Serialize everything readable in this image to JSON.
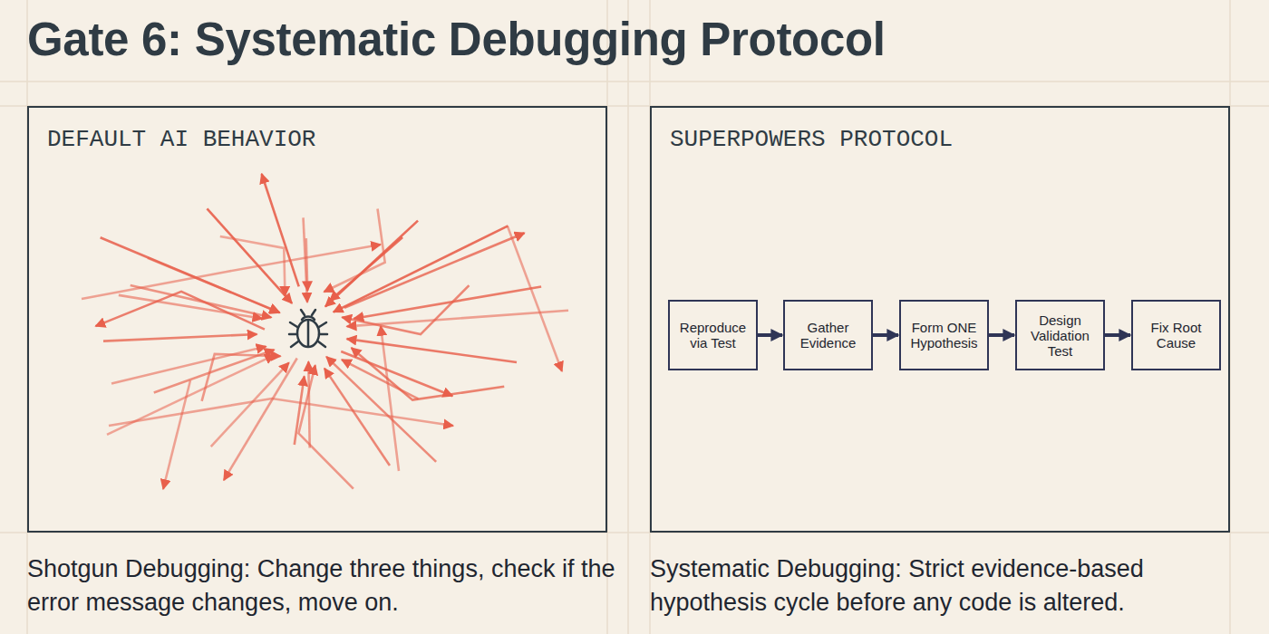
{
  "diagram": {
    "title": "Gate 6: Systematic Debugging Protocol",
    "nodes": [
      {
        "text": [
          "DEFAULT AI BEHAVIOR"
        ]
      },
      {
        "text": [
          "SUPERPOWERS PROTOCOL"
        ]
      },
      {
        "text": [
          "Reproduce via Test"
        ],
        "in": 1
      },
      {
        "text": [
          "Gather Evidence"
        ],
        "in": 1
      },
      {
        "text": [
          "Form ONE Hypothesis"
        ],
        "in": 1
      },
      {
        "text": [
          "Design Validation Test"
        ],
        "in": 1
      },
      {
        "text": [
          "Fix Root Cause"
        ],
        "in": 1
      }
    ],
    "edges": [
      {
        "from": 2,
        "to": 3,
        "arrow": "to"
      },
      {
        "from": 3,
        "to": 4,
        "arrow": "to"
      },
      {
        "from": 4,
        "to": 5,
        "arrow": "to"
      },
      {
        "from": 5,
        "to": 6,
        "arrow": "to"
      }
    ],
    "labels": [
      "Shotgun Debugging: Change three things, check if the error message changes, move on.",
      "Systematic Debugging: Strict evidence-based hypothesis cycle before any code is altered."
    ]
  }
}
